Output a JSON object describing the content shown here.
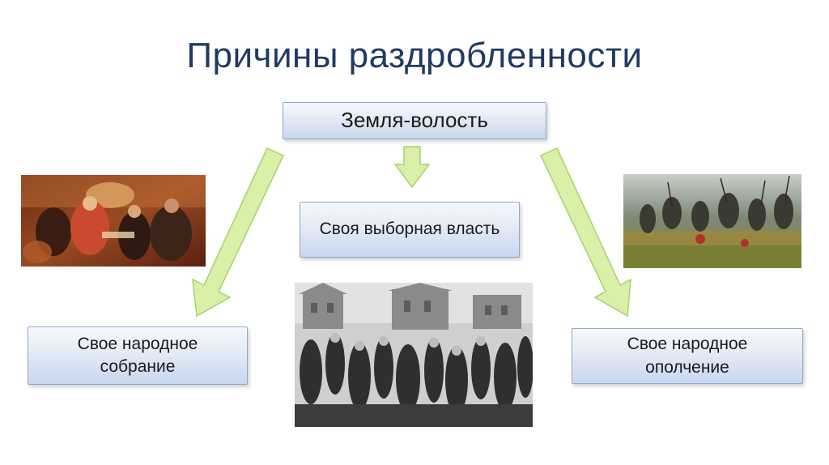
{
  "title": "Причины раздробленности",
  "boxes": {
    "top": "Земля-волость",
    "center": "Своя выборная власть",
    "left": {
      "line1": "Свое народное",
      "line2": "собрание"
    },
    "right": {
      "line1": "Свое народное",
      "line2": "ополчение"
    }
  },
  "colors": {
    "title": "#1f3b63",
    "box_border": "#8fa8d0",
    "arrow_fill": "#d9f0a8",
    "arrow_stroke": "#a6d26a"
  },
  "images": {
    "left": "council-painting",
    "right": "battle-painting",
    "center": "crowd-engraving"
  }
}
